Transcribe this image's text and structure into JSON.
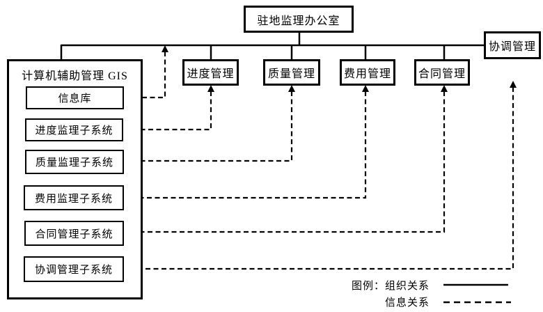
{
  "diagram": {
    "top_box": {
      "label": "驻地监理办公室"
    },
    "management_boxes": [
      {
        "label": "进度管理"
      },
      {
        "label": "质量管理"
      },
      {
        "label": "费用管理"
      },
      {
        "label": "合同管理"
      }
    ],
    "coordination_box": {
      "label": "协调管理"
    },
    "gis_panel": {
      "title": "计算机辅助管理 GIS",
      "subsystems": [
        {
          "label": "信息库"
        },
        {
          "label": "进度监理子系统"
        },
        {
          "label": "质量监理子系统"
        },
        {
          "label": "费用监理子系统"
        },
        {
          "label": "合同管理子系统"
        },
        {
          "label": "协调管理子系统"
        }
      ]
    },
    "legend": {
      "title": "图例：",
      "organization_label": "组织关系",
      "information_label": "信息关系",
      "line_color": "#000000",
      "background_color": "#ffffff",
      "organization_line_style": "solid",
      "information_line_style": "dashed"
    }
  }
}
